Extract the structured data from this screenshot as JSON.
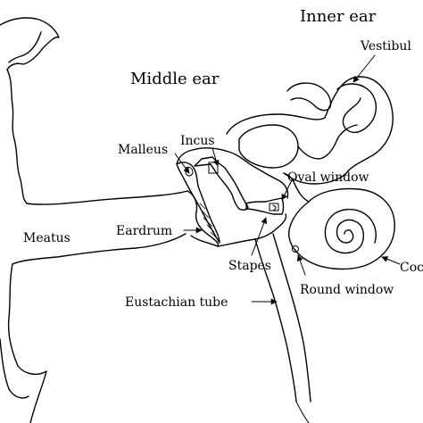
{
  "labels": {
    "inner_ear": "Inner ear",
    "vestibule": "Vestibul",
    "middle_ear": "Middle ear",
    "incus": "Incus",
    "malleus": "Malleus",
    "oval_window": "Oval window",
    "meatus": "Meatus",
    "eardrum": "Eardrum",
    "stapes": "Stapes",
    "cochlea": "Coc",
    "round_window": "Round window",
    "eustachian_tube": "Eustachian tube"
  }
}
